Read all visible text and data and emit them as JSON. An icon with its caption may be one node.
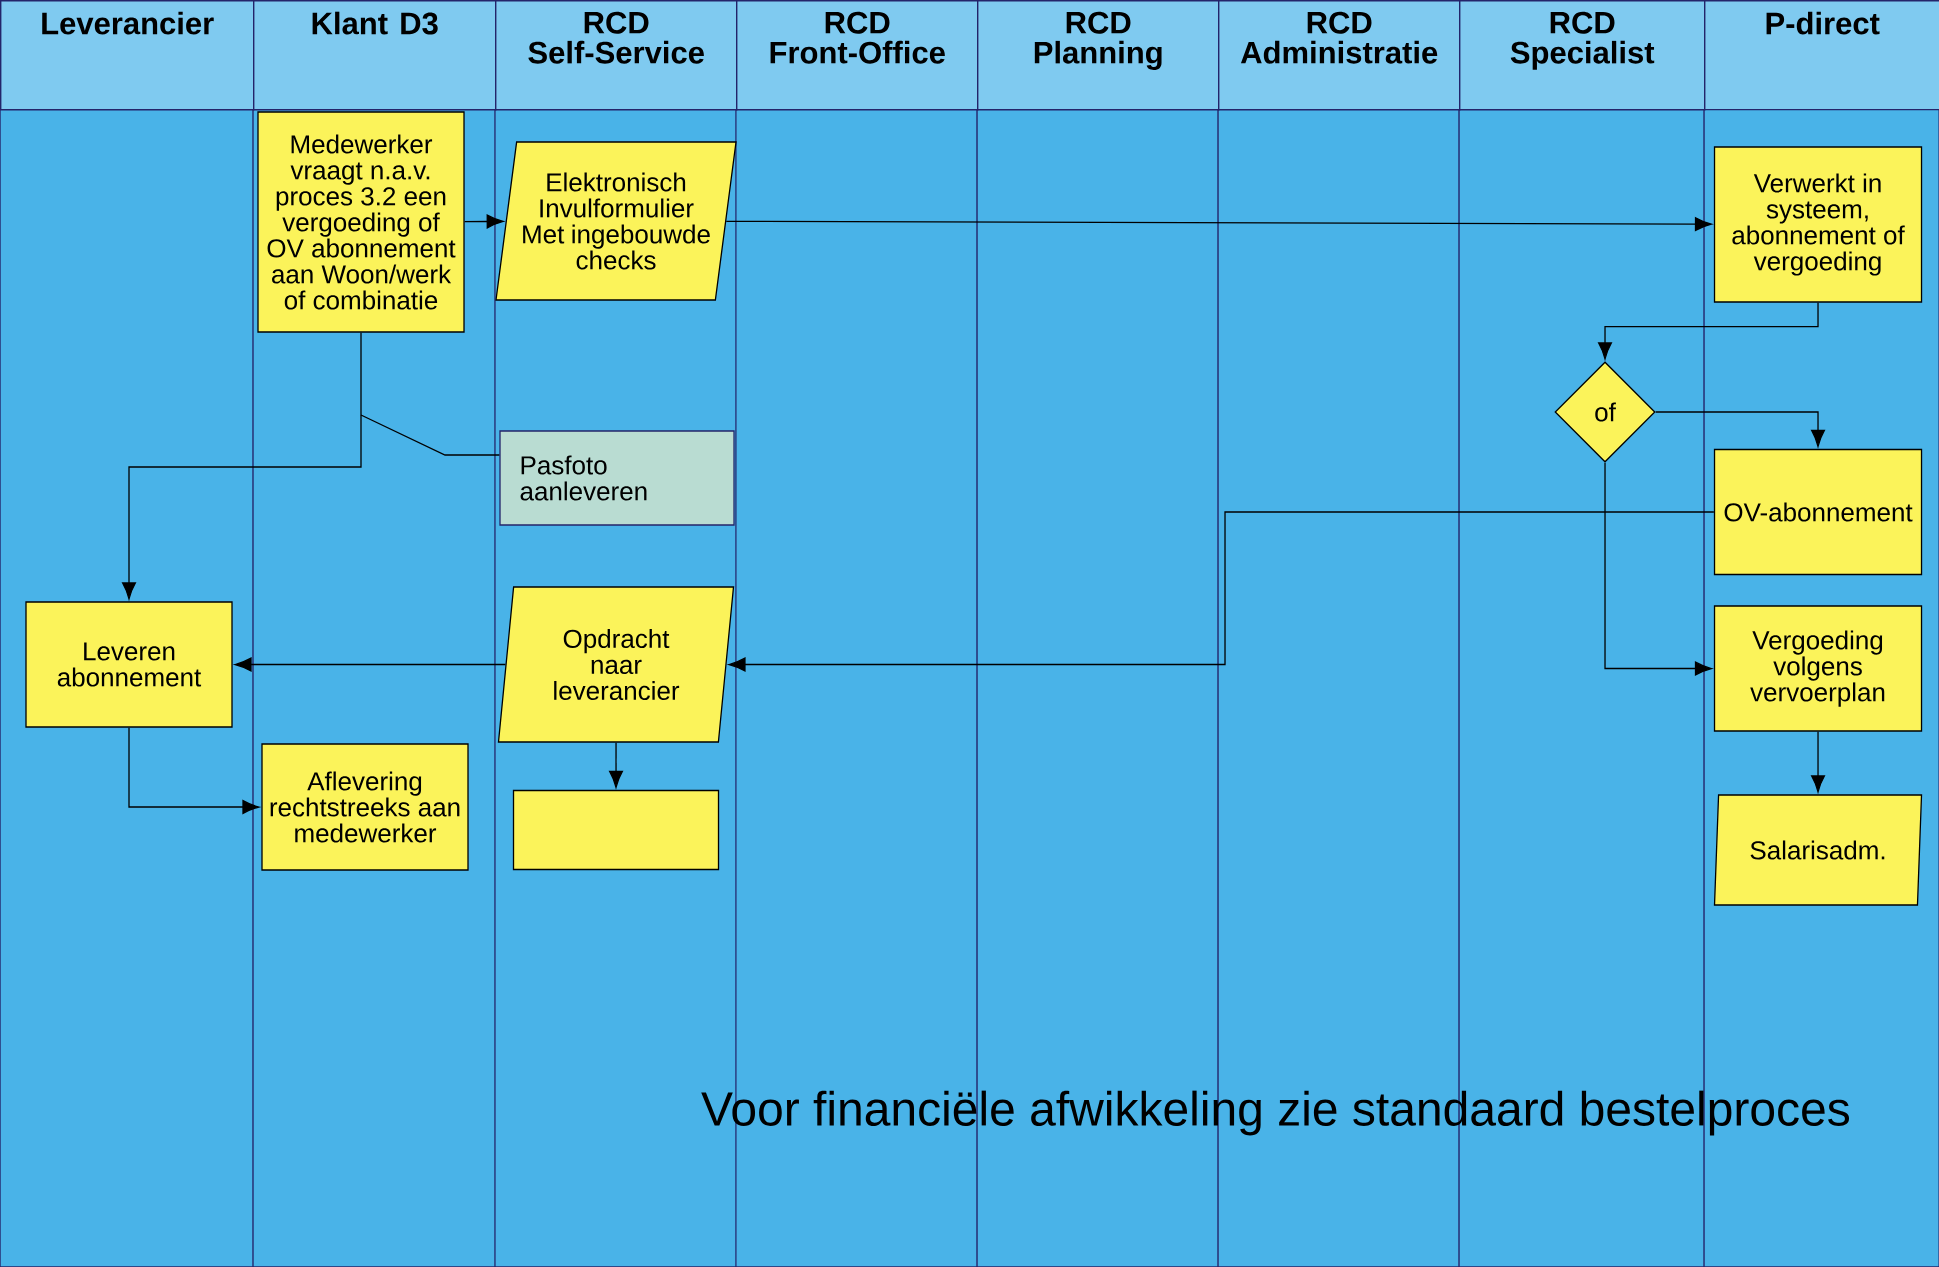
{
  "diagram": {
    "nodes": [
      {
        "text": [
          "Leverancier"
        ]
      },
      {
        "text": [
          "Klant D3"
        ]
      },
      {
        "text": [
          "RCD Self-Service"
        ]
      },
      {
        "text": [
          "RCD Front-Office"
        ]
      },
      {
        "text": [
          "RCD Planning"
        ]
      },
      {
        "text": [
          "RCD Administratie"
        ]
      },
      {
        "text": [
          "RCD Specialist"
        ]
      },
      {
        "text": [
          "P-direct"
        ]
      },
      {
        "text": [
          "Medewerker vraagt n.a.v. proces 3.2 een vergoeding of OV abonnement aan Woon/werk of combinatie"
        ]
      },
      {
        "text": [
          "Elektronisch Invulformulier Met ingebouwde checks"
        ]
      },
      {
        "text": [
          "Verwerkt in systeem, abonnement of vergoeding"
        ]
      },
      {
        "text": [
          "of"
        ]
      },
      {
        "text": [
          "Pasfoto aanleveren"
        ]
      },
      {
        "text": [
          "OV-abonnement"
        ]
      },
      {
        "text": [
          "Leveren abonnement"
        ]
      },
      {
        "text": [
          "Opdracht naar leverancier"
        ]
      },
      {
        "text": [
          "Vergoeding volgens vervoerplan"
        ]
      },
      {
        "text": [
          "Aflevering rechtstreeks aan medewerker"
        ]
      },
      {
        "text": [],
        "shape": "parallelogram"
      },
      {
        "text": [
          "Salarisadm."
        ]
      }
    ],
    "edges": [
      {
        "from": 8,
        "to": 9,
        "arrow": "to"
      },
      {
        "from": 9,
        "to": 10,
        "arrow": "to"
      },
      {
        "from": 10,
        "to": 11,
        "arrow": "to"
      },
      {
        "from": 11,
        "to": 13,
        "arrow": "to"
      },
      {
        "from": 11,
        "to": 16,
        "arrow": "to"
      },
      {
        "from": 13,
        "to": 15,
        "arrow": "to"
      },
      {
        "from": 15,
        "to": 14,
        "arrow": "to"
      },
      {
        "from": 8,
        "to": 14,
        "arrow": "to"
      },
      {
        "from": 14,
        "to": 17,
        "arrow": "to"
      },
      {
        "from": 15,
        "to": 18,
        "arrow": "to"
      },
      {
        "from": 16,
        "to": 19,
        "arrow": "to"
      },
      {
        "from": 12,
        "to": null,
        "arrow": "none"
      }
    ],
    "labels": [
      "Voor financiële afwikkeling zie standaard bestelproces"
    ]
  }
}
